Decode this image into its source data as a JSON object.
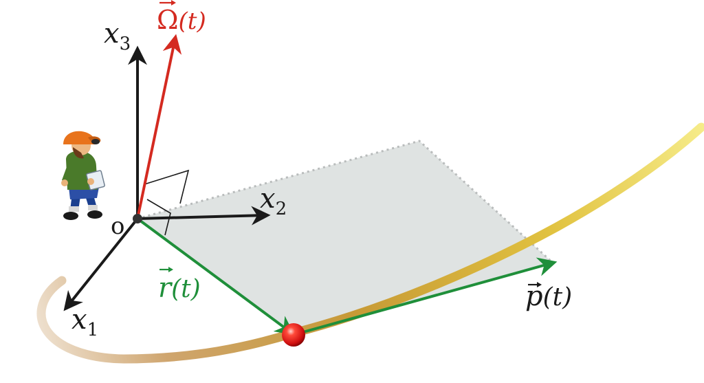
{
  "labels": {
    "x3": {
      "var": "x",
      "sub": "3"
    },
    "x2": {
      "var": "x",
      "sub": "2"
    },
    "x1": {
      "var": "x",
      "sub": "1"
    },
    "origin": "o",
    "omega": {
      "symbol": "Ω",
      "arg": "(t)"
    },
    "r": {
      "symbol": "r",
      "arg": "(t)"
    },
    "p": {
      "symbol": "p",
      "arg": "(t)"
    }
  },
  "colors": {
    "axes": "#1a1a1a",
    "omega": "#d42a20",
    "position_momentum": "#1f8f3a",
    "plane_fill": "#dfe3e2",
    "trajectory_start": "#e8d9c4",
    "trajectory_mid": "#c79a36",
    "trajectory_end": "#f1e261",
    "particle": "#e01515"
  },
  "icons": {
    "observer": "child-observer-icon",
    "particle": "red-sphere-particle"
  }
}
